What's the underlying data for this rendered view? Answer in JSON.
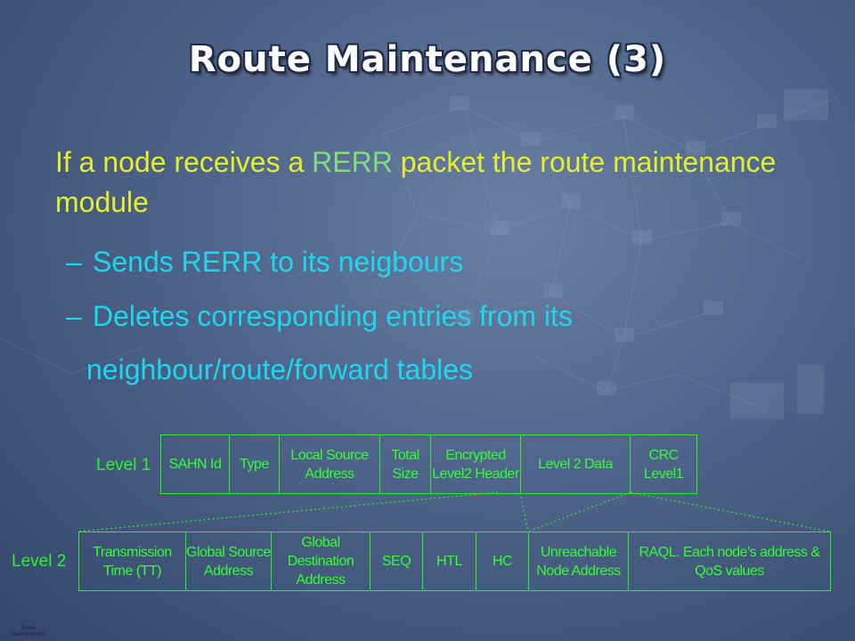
{
  "slide": {
    "title": "Route Maintenance (3)",
    "intro_before": "If a node receives a ",
    "intro_highlight": "RERR",
    "intro_after": " packet the route maintenance module",
    "bullets": [
      "Sends RERR to its neigbours",
      "Deletes corresponding entries from its"
    ],
    "bullet_continuation": "neighbour/route/forward tables",
    "dash": "–",
    "footer": "Route Maintenance3"
  },
  "diagram": {
    "level1": {
      "label": "Level 1",
      "fields": [
        "SAHN Id",
        "Type",
        "Local Source Address",
        "Total Size",
        "Encrypted Level2 Header",
        "Level 2 Data",
        "CRC Level1"
      ]
    },
    "level2": {
      "label": "Level 2",
      "fields": [
        "Transmission Time (TT)",
        "Global Source Address",
        "Global Destination Address",
        "SEQ",
        "HTL",
        "HC",
        "Unreachable Node Address",
        "RAQL. Each node's address & QoS values"
      ]
    }
  },
  "colors": {
    "title": "#ffffff",
    "intro_text": "#e3ef2e",
    "highlight": "#7de07a",
    "bullets": "#1ed6ee",
    "diagram": "#32ff32"
  }
}
